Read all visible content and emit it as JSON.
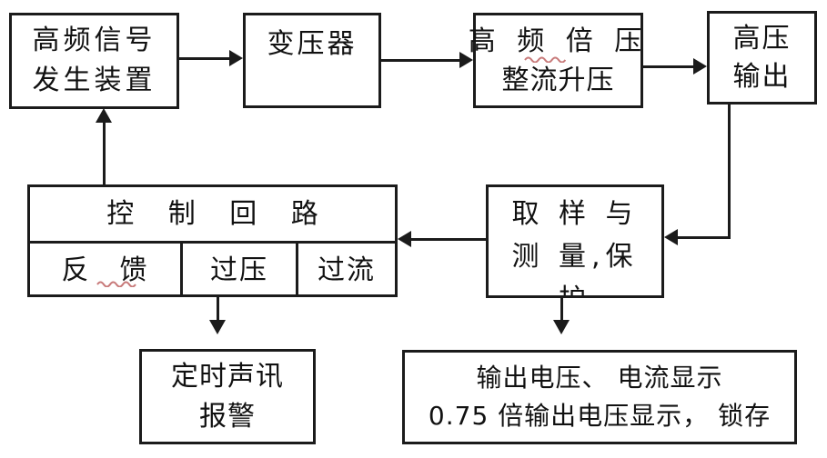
{
  "diagram": {
    "boxes": {
      "signal_generator": {
        "line1": "高频信号",
        "line2": "发生装置"
      },
      "transformer": {
        "label": "变压器"
      },
      "voltage_multiplier": {
        "line1": "高 频 倍 压",
        "line2": "整流升压"
      },
      "hv_output": {
        "line1": "高压",
        "line2": "输出"
      },
      "control_loop": {
        "title": "控 制 回 路",
        "cells": [
          {
            "label": "反　馈"
          },
          {
            "label": "过压"
          },
          {
            "label": "过流"
          }
        ]
      },
      "sampling": {
        "line1": "取 样 与",
        "line2": "测 量,保",
        "line3": "护"
      },
      "alarm": {
        "line1": "定时声讯",
        "line2": "报警"
      },
      "display": {
        "line1": "输出电压、 电流显示",
        "line2": "0.75 倍输出电压显示， 锁存"
      }
    },
    "colors": {
      "line": "#1b1b1b",
      "text": "#111111",
      "background": "#ffffff",
      "spellcheck_underline": "#c87a7a"
    }
  }
}
